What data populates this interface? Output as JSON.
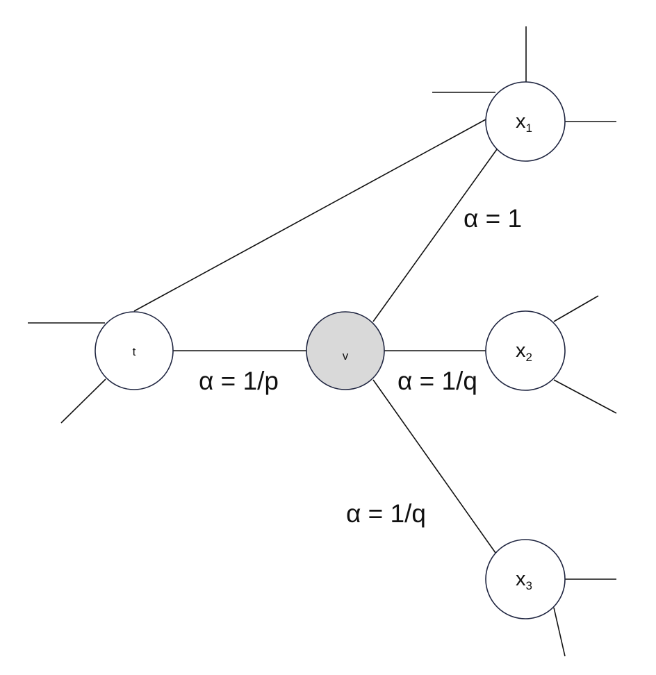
{
  "colors": {
    "node_fill": "#ffffff",
    "center_node_fill": "#d9d9d9",
    "stroke": "#1f2540",
    "edge": "#111111"
  },
  "nodes": {
    "t": {
      "label": "t",
      "sub": ""
    },
    "v": {
      "label": "v",
      "sub": ""
    },
    "x1": {
      "label": "x",
      "sub": "1"
    },
    "x2": {
      "label": "x",
      "sub": "2"
    },
    "x3": {
      "label": "x",
      "sub": "3"
    }
  },
  "edge_labels": {
    "v_x1": "α = 1",
    "t_v": "α = 1/p",
    "v_x2": "α = 1/q",
    "v_x3": "α = 1/q"
  }
}
